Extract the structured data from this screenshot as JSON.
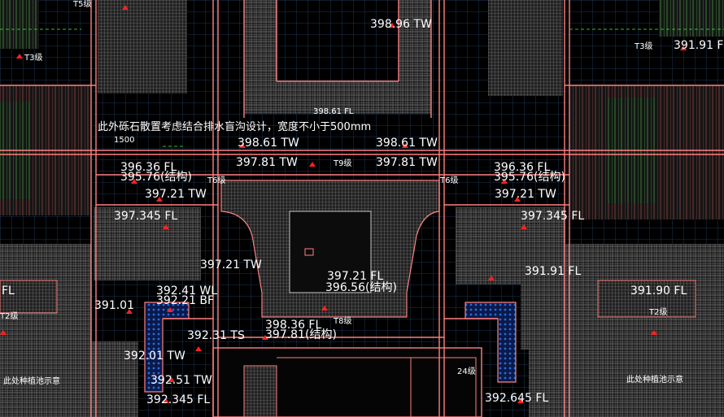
{
  "annotations": {
    "note": "此外砾石散置考虑结合排水盲沟设计，宽度不小于500mm",
    "dim_1500": "1500",
    "lvl_39896tw": "398.96 TW",
    "lvl_39191_top": "391.91 F",
    "lvl_39861_small": "398.61 FL",
    "lvl_39861tw_l": "398.61 TW",
    "lvl_39861tw_r": "398.61 TW",
    "lvl_39781tw_l": "397.81 TW",
    "lvl_39781tw_r": "397.81 TW",
    "lvl_39636fl_l": "396.36 FL",
    "lvl_39636fl_r": "396.36 FL",
    "lvl_39576_l": "395.76(结构)",
    "lvl_39576_r": "395.76(结构)",
    "lvl_39721tw_l": "397.21 TW",
    "lvl_39721tw_r": "397.21 TW",
    "lvl_397345fl_l": "397.345 FL",
    "lvl_397345fl_r": "397.345 FL",
    "lvl_39721tw_c": "397.21 TW",
    "lvl_39721fl_c": "397.21 FL",
    "lvl_39656_c": "396.56(结构)",
    "lvl_39191fl_r": "391.91 FL",
    "lvl_39190fl_r": "391.90 FL",
    "lvl_39241wl": "392.41 WL",
    "lvl_39221bf": "392.21 BF",
    "lvl_39101": "391.01",
    "lvl_39231ts": "392.31 TS",
    "lvl_39836fl": "398.36 FL",
    "lvl_39781_struct": "397.81(结构)",
    "lvl_39201tw": "392.01 TW",
    "lvl_39251tw": "392.51 TW",
    "lvl_392345fl_l": "392.345 FL",
    "lvl_392345fl_r": "392.645 FL",
    "fl_left": "FL",
    "step_t3_l": "T3级",
    "step_t3_r": "T3级",
    "step_t5_top": "T5级",
    "step_t6": "T6级",
    "step_t6_r": "T6级",
    "step_t9": "T9级",
    "step_t8": "T8级",
    "step_t2_l": "T2级",
    "step_t2_r": "T2级",
    "label_left_bottom": "此处种植池示意",
    "label_right_bottom": "此处种植池示意",
    "room_label": "24级"
  },
  "colors": {
    "background": "#000000",
    "wall": "#ff8080",
    "grid": "#1f3d5a",
    "hatch": "#6e6e6e",
    "green": "#2fbf2f",
    "text": "#ffffff",
    "marker": "#ff2020",
    "water": "#1a6ad6"
  }
}
